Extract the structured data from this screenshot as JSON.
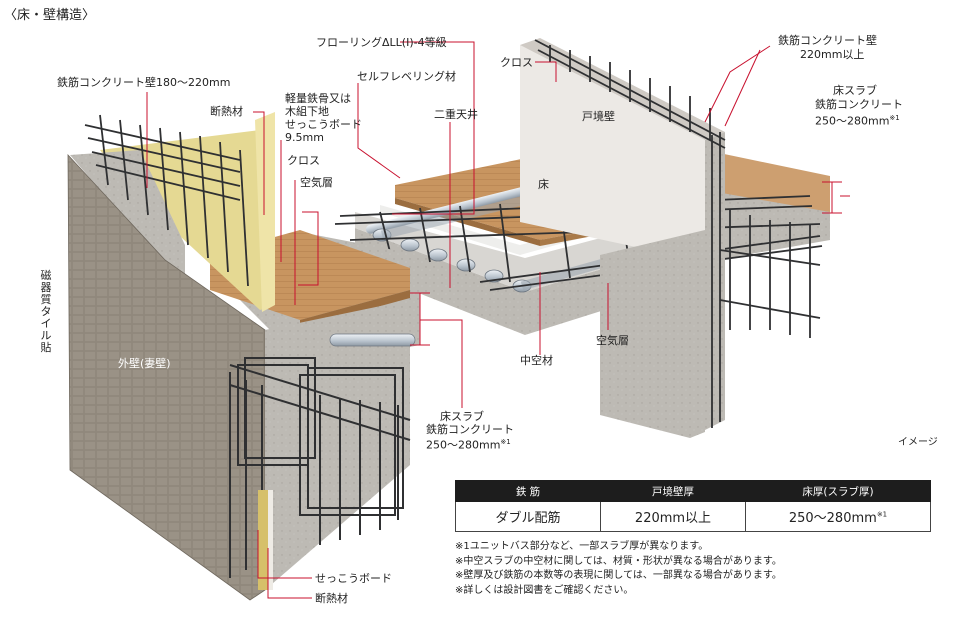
{
  "title": "〈床・壁構造〉",
  "labels": {
    "rc_wall_left": "鉄筋コンクリート壁180～220mm",
    "insulation_top": "断熱材",
    "stud_1": "軽量鉄骨又は",
    "stud_2": "木組下地",
    "stud_3": "せっこうボード",
    "stud_4": "9.5mm",
    "cloth_left": "クロス",
    "air_layer_left": "空気層",
    "tile_vertical": "磁器質タイル貼",
    "outer_wall": "外壁(妻壁)",
    "slab_left_1": "床スラブ",
    "slab_left_2": "鉄筋コンクリート",
    "slab_left_3": "250～280mm",
    "slab_left_note": "※1",
    "gypsum_bottom": "せっこうボード",
    "insulation_bottom": "断熱材",
    "flooring": "フローリングΔLL(I)-4等級",
    "cloth_top": "クロス",
    "self_leveling": "セルフレベリング材",
    "double_ceiling": "二重天井",
    "unit_wall": "戸境壁",
    "floor": "床",
    "rc_wall_right_1": "鉄筋コンクリート壁",
    "rc_wall_right_2": "220mm以上",
    "slab_right_1": "床スラブ",
    "slab_right_2": "鉄筋コンクリート",
    "slab_right_3": "250～280mm",
    "slab_right_note": "※1",
    "air_layer_right": "空気層",
    "hollow_material": "中空材",
    "image_note": "イメージ"
  },
  "table": {
    "headers": [
      "鉄 筋",
      "戸境壁厚",
      "床厚(スラブ厚)"
    ],
    "row": [
      "ダブル配筋",
      "220mm以上",
      "250～280mm"
    ],
    "row_note": "※1"
  },
  "notes": [
    "※1ユニットバス部分など、一部スラブ厚が異なります。",
    "※中空スラブの中空材に関しては、材質・形状が異なる場合があります。",
    "※壁厚及び鉄筋の本数等の表現に関しては、一部異なる場合があります。",
    "※詳しくは設計図書をご確認ください。"
  ],
  "colors": {
    "leader": "#c8102e",
    "tile": "#8f877b",
    "concrete": "#b9b7b2",
    "wood": "#c89560",
    "rebar": "#2f3032",
    "insulation": "#d6c06a",
    "hollow_tube": "#cfd6de"
  }
}
